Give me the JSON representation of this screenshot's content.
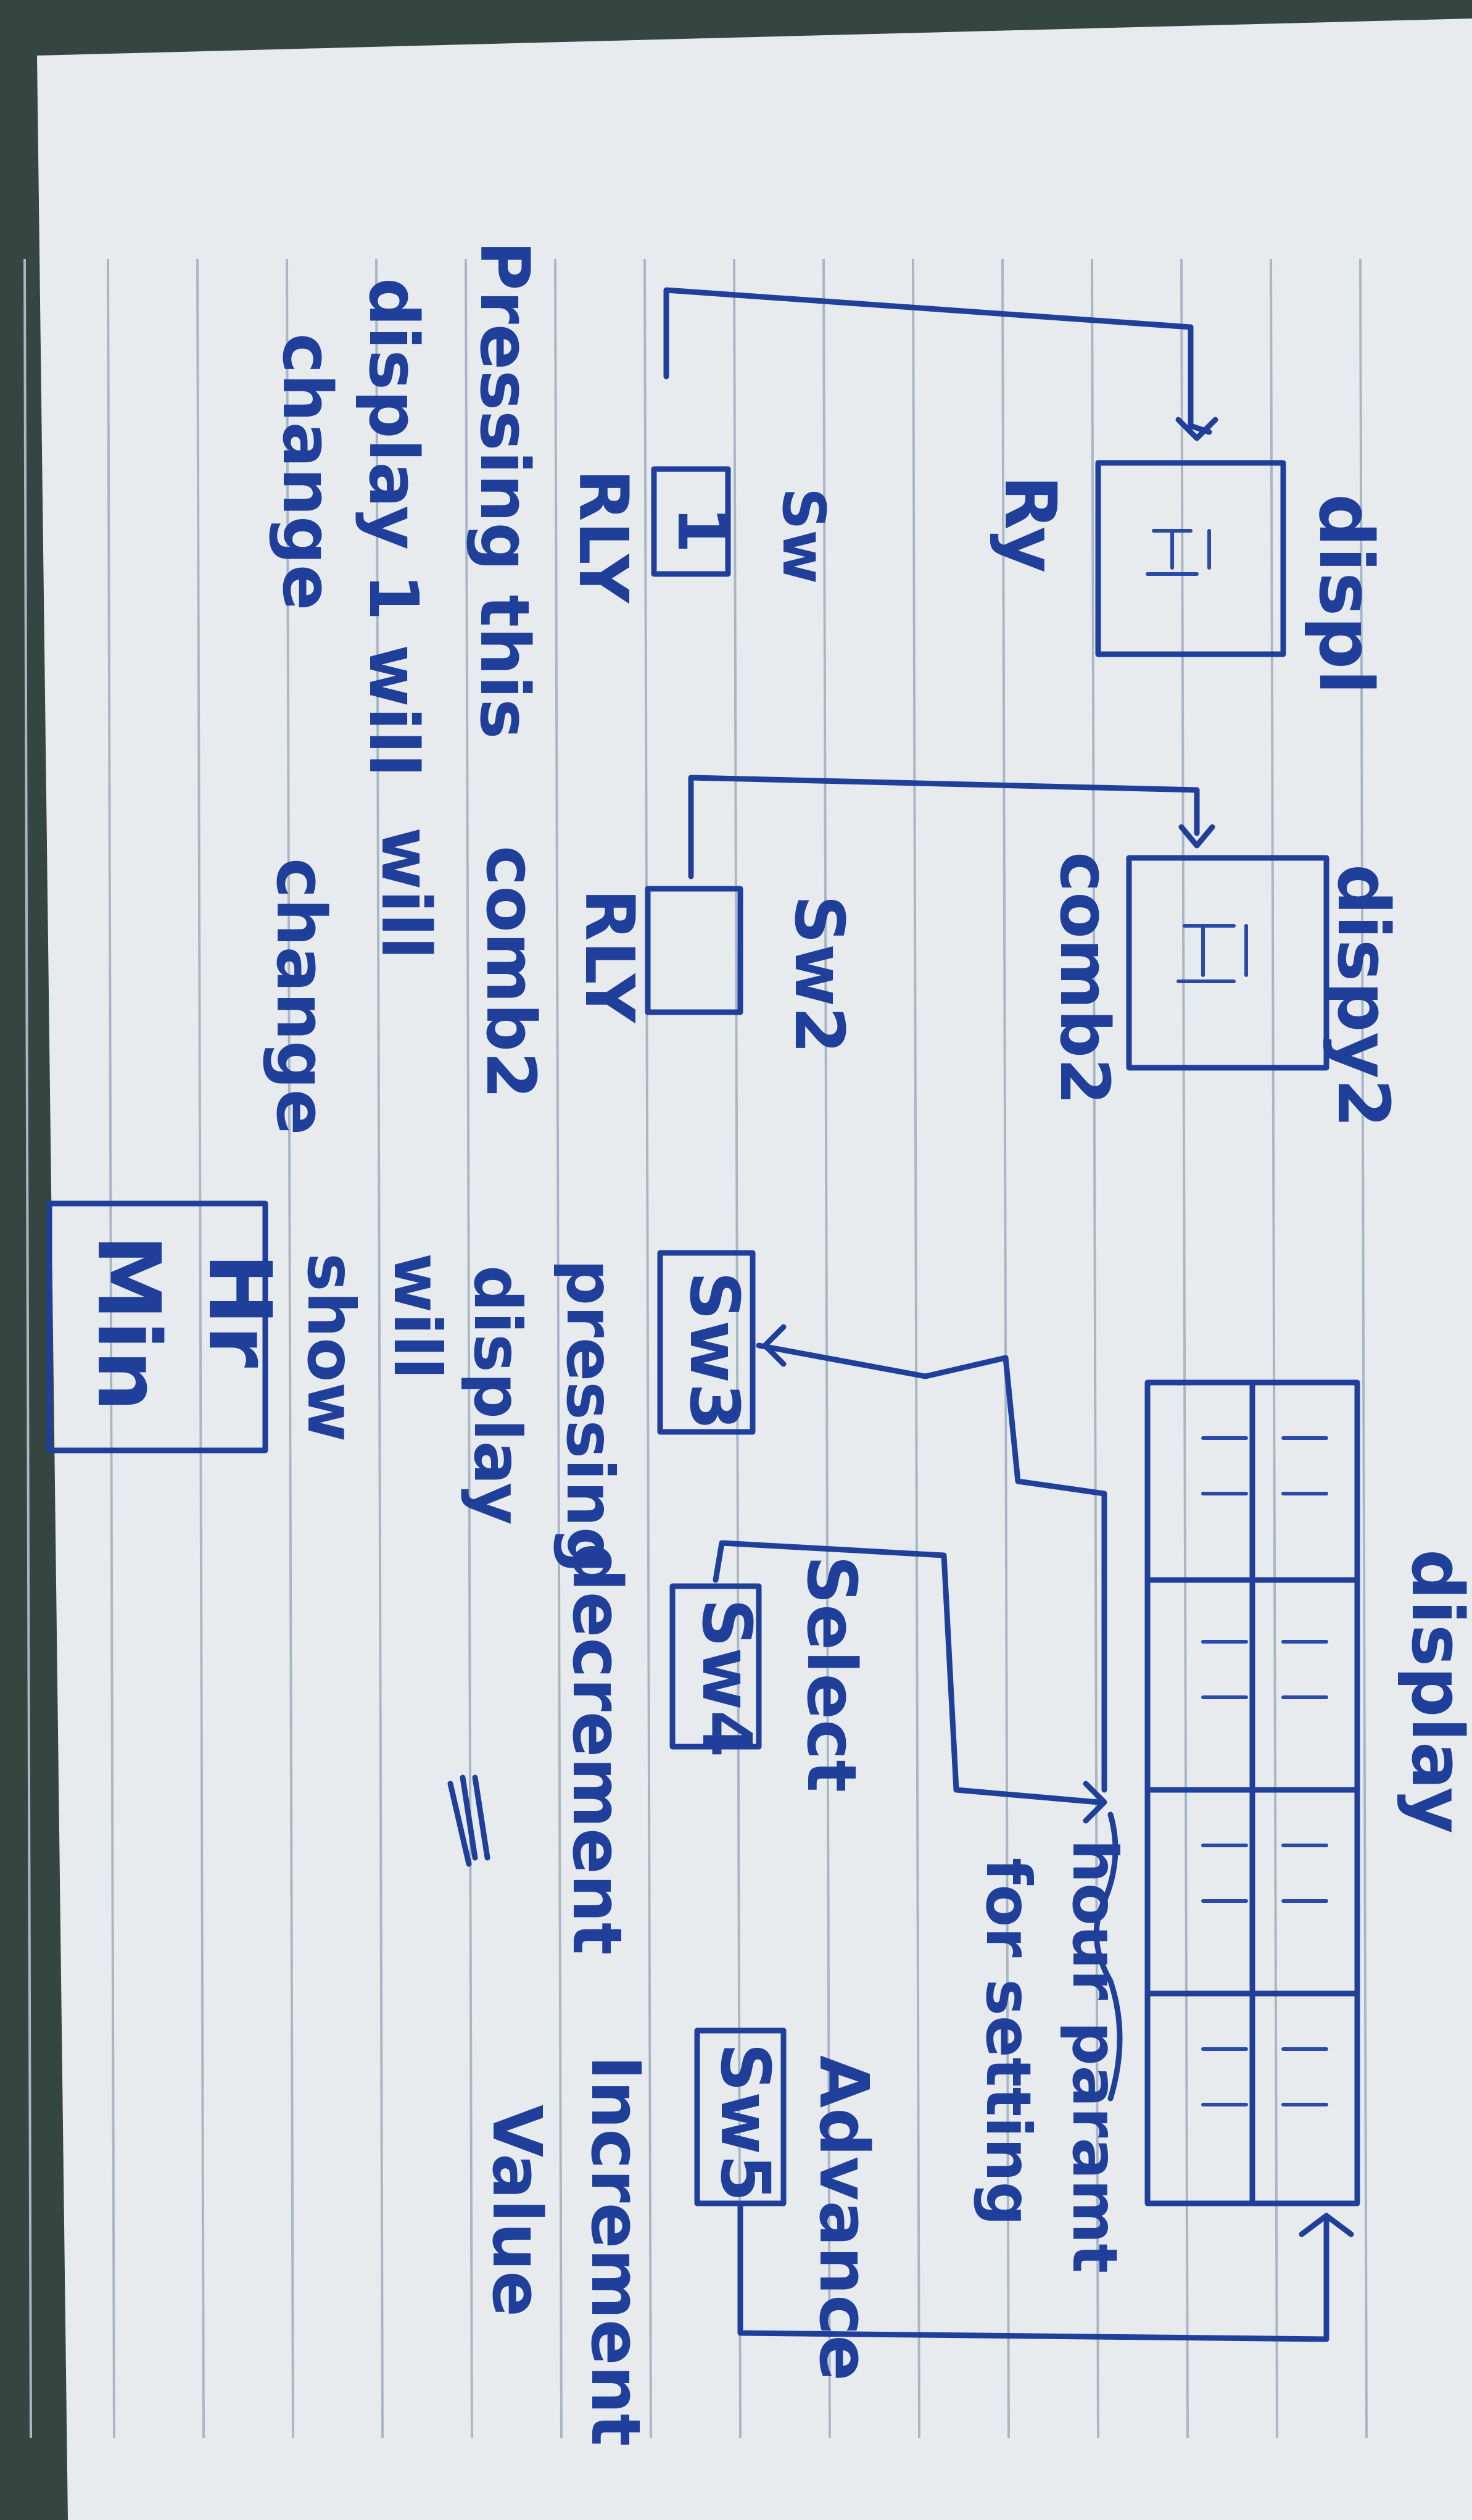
{
  "displays": {
    "display1": "displ",
    "display2": "dispy2",
    "display3": "display"
  },
  "labels": {
    "ry": "Ry",
    "comb2_top": "comb2",
    "sw1": "Sw",
    "sw1_key": "1",
    "rly1": "RLY",
    "rly2": "RLY",
    "sw2": "Sw2",
    "sw3": "Sw3",
    "sw4": "Sw4",
    "sw5": "Sw5",
    "hr": "Hr",
    "min": "Min",
    "hour_param_1": "hour paramt",
    "hour_param_2": "for setting",
    "select": "Select",
    "advance": "Advance",
    "decrement": "decrement",
    "increment": "Increment",
    "value": "Value",
    "pressing": "pressing",
    "display_lower": "display",
    "will_right": "will",
    "show": "show"
  },
  "notes": {
    "left_1": "Pressing this",
    "left_2": "display 1 will",
    "left_3": "change",
    "mid_1": "comb2",
    "mid_2": "will",
    "mid_3": "change"
  },
  "colors": {
    "ink": "#1f3f9a",
    "paper": "#e9ecef",
    "rule": "#a9b7c4",
    "background": "#3a4a44"
  }
}
